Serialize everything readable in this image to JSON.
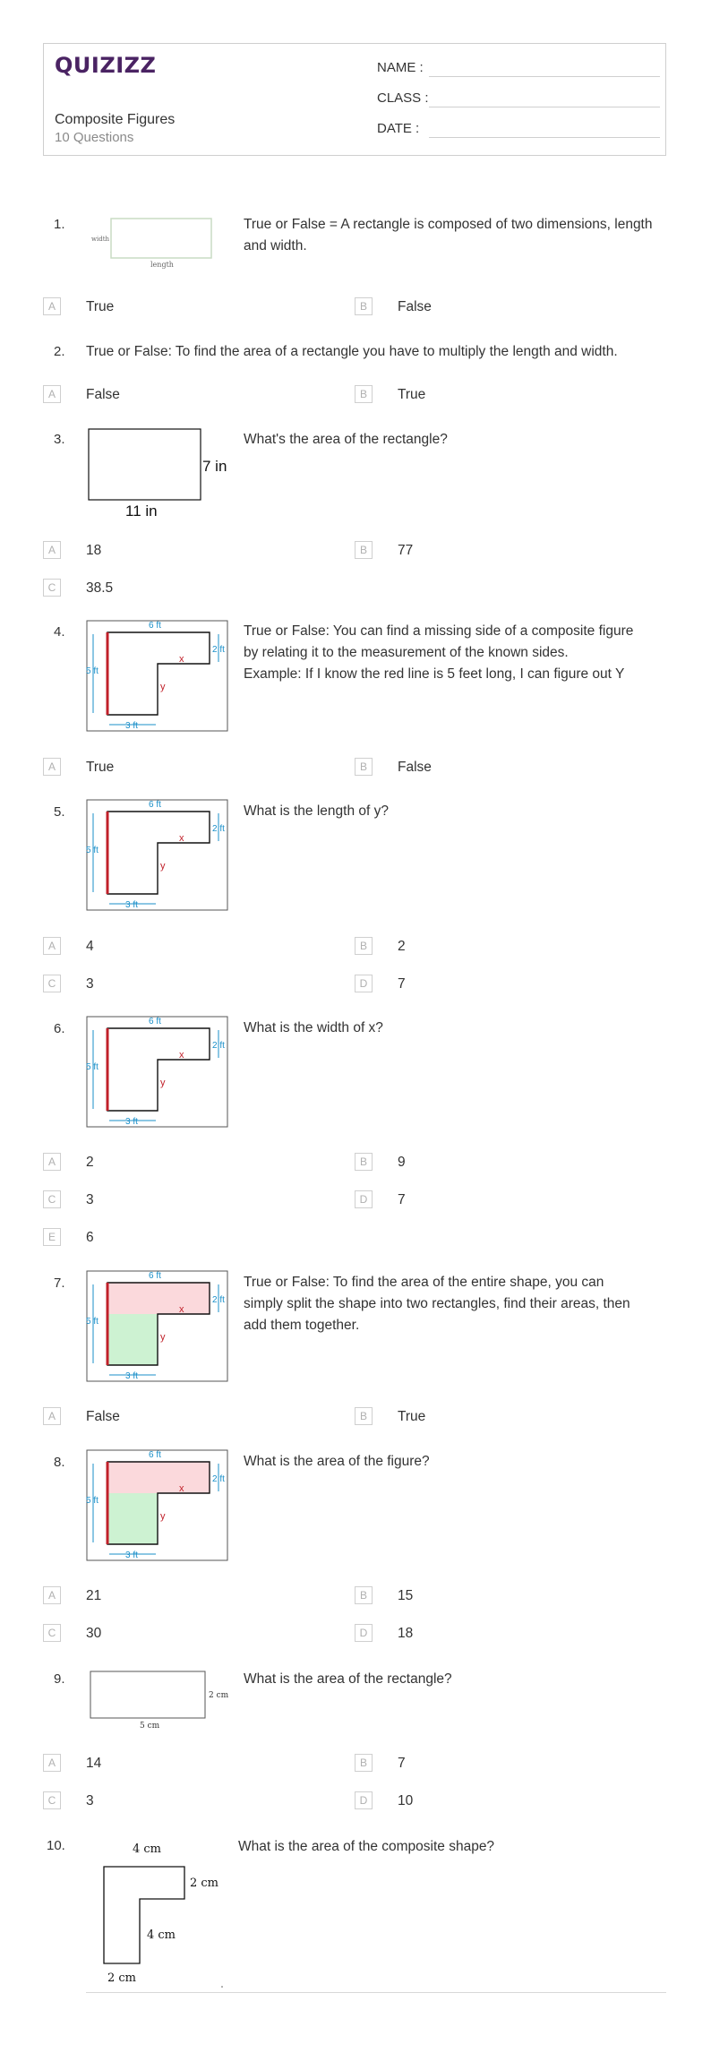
{
  "header": {
    "logo": "QUIZIZZ",
    "title": "Composite Figures",
    "subtitle": "10 Questions",
    "name_label": "NAME :",
    "class_label": "CLASS :",
    "date_label": "DATE  :"
  },
  "figures": {
    "rect_small": {
      "width_label": "width",
      "length_label": "length"
    },
    "rect_11x7": {
      "side_label": "7 in",
      "bottom_label": "11 in"
    },
    "lshape": {
      "top_label": "6 ft",
      "left_label": "5 ft",
      "right_label": "2 ft",
      "bottom_label": "3 ft",
      "x_label": "x",
      "y_label": "y"
    },
    "rect_5x2": {
      "side_label": "2 cm",
      "bottom_label": "5 cm"
    },
    "composite": {
      "top_label": "4 cm",
      "right_label": "2 cm",
      "mid_label": "4 cm",
      "bottom_label": "2 cm"
    }
  },
  "questions": [
    {
      "num": "1.",
      "text": "True or False = A rectangle is composed of two dimensions, length and width.",
      "options": [
        {
          "letter": "A",
          "text": "True"
        },
        {
          "letter": "B",
          "text": "False"
        }
      ]
    },
    {
      "num": "2.",
      "text": "True or False: To find the area of a rectangle you have to multiply the length and width.",
      "options": [
        {
          "letter": "A",
          "text": "False"
        },
        {
          "letter": "B",
          "text": "True"
        }
      ]
    },
    {
      "num": "3.",
      "text": "What's the area of the rectangle?",
      "options": [
        {
          "letter": "A",
          "text": "18"
        },
        {
          "letter": "B",
          "text": "77"
        },
        {
          "letter": "C",
          "text": "38.5"
        }
      ]
    },
    {
      "num": "4.",
      "text_lines": [
        "True or False: You can find a missing side of a composite figure",
        "by relating it to the measurement of the known sides.",
        "Example: If I know the red line is 5 feet long, I can figure out Y"
      ],
      "options": [
        {
          "letter": "A",
          "text": "True"
        },
        {
          "letter": "B",
          "text": "False"
        }
      ]
    },
    {
      "num": "5.",
      "text": "What is the length of y?",
      "options": [
        {
          "letter": "A",
          "text": "4"
        },
        {
          "letter": "B",
          "text": "2"
        },
        {
          "letter": "C",
          "text": "3"
        },
        {
          "letter": "D",
          "text": "7"
        }
      ]
    },
    {
      "num": "6.",
      "text": "What is the width of x?",
      "options": [
        {
          "letter": "A",
          "text": "2"
        },
        {
          "letter": "B",
          "text": "9"
        },
        {
          "letter": "C",
          "text": "3"
        },
        {
          "letter": "D",
          "text": "7"
        },
        {
          "letter": "E",
          "text": "6"
        }
      ]
    },
    {
      "num": "7.",
      "text_lines": [
        "True or False: To find the area of the entire shape, you can",
        "simply split the shape into two rectangles, find their areas, then",
        "add them together."
      ],
      "options": [
        {
          "letter": "A",
          "text": "False"
        },
        {
          "letter": "B",
          "text": "True"
        }
      ]
    },
    {
      "num": "8.",
      "text": "What is the area of the figure?",
      "options": [
        {
          "letter": "A",
          "text": "21"
        },
        {
          "letter": "B",
          "text": "15"
        },
        {
          "letter": "C",
          "text": "30"
        },
        {
          "letter": "D",
          "text": "18"
        }
      ]
    },
    {
      "num": "9.",
      "text": "What is the area of the rectangle?",
      "options": [
        {
          "letter": "A",
          "text": "14"
        },
        {
          "letter": "B",
          "text": "7"
        },
        {
          "letter": "C",
          "text": "3"
        },
        {
          "letter": "D",
          "text": "10"
        }
      ]
    },
    {
      "num": "10.",
      "text": "What is the area of the composite shape?",
      "options": []
    }
  ],
  "colors": {
    "brand": "#4a2363",
    "dimension_blue": "#1a8fc9",
    "red_line": "#c0202a",
    "pink_fill": "#fbd9dc",
    "green_fill": "#cdf2d2",
    "option_border": "#cfcfcf"
  }
}
